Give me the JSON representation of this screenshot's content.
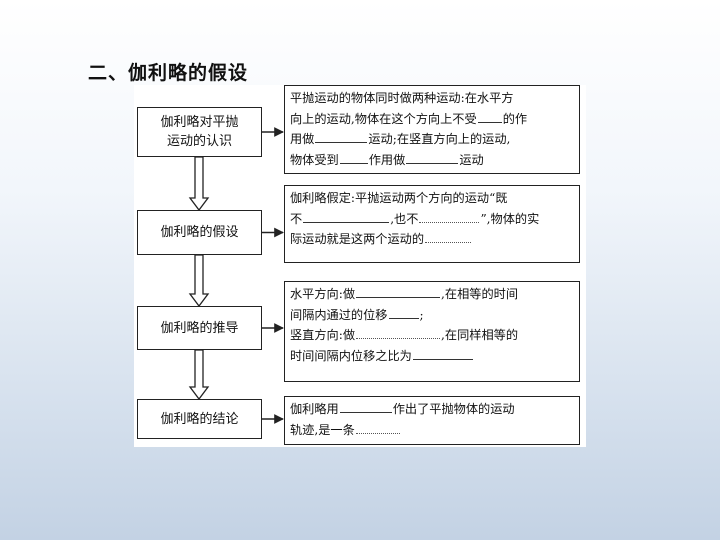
{
  "heading": "二、伽利略的假设",
  "steps": [
    {
      "label_lines": [
        "伽利略对平抛",
        "运动的认识"
      ],
      "text_lines": [
        [
          {
            "t": "平抛运动的物体同时做两种运动:在水平方"
          }
        ],
        [
          {
            "t": "向上的运动,物体在这个方向上不受"
          },
          {
            "b": 24
          },
          {
            "t": "的作"
          }
        ],
        [
          {
            "t": "用做"
          },
          {
            "b": 52
          },
          {
            "t": "运动;在竖直方向上的运动,"
          }
        ],
        [
          {
            "t": "物体受到"
          },
          {
            "b": 28
          },
          {
            "t": "作用做"
          },
          {
            "b": 52
          },
          {
            "t": "运动"
          }
        ]
      ]
    },
    {
      "label_lines": [
        "伽利略的假设"
      ],
      "text_lines": [
        [
          {
            "t": "伽利略假定:平抛运动两个方向的运动“既"
          }
        ],
        [
          {
            "t": "不"
          },
          {
            "b": 86
          },
          {
            "t": ",也不"
          },
          {
            "b": 60,
            "d": 1
          },
          {
            "t": "”,物体的实"
          }
        ],
        [
          {
            "t": "际运动就是这两个运动的"
          },
          {
            "b": 46,
            "d": 1
          }
        ]
      ]
    },
    {
      "label_lines": [
        "伽利略的推导"
      ],
      "text_lines": [
        [
          {
            "t": "水平方向:做"
          },
          {
            "b": 84
          },
          {
            "t": ",在相等的时间"
          }
        ],
        [
          {
            "t": "间隔内通过的位移"
          },
          {
            "b": 30
          },
          {
            "t": ";"
          }
        ],
        [
          {
            "t": "竖直方向:做"
          },
          {
            "b": 84,
            "d": 1
          },
          {
            "t": ",在同样相等的"
          }
        ],
        [
          {
            "t": "时间间隔内位移之比为"
          },
          {
            "b": 60
          }
        ]
      ]
    },
    {
      "label_lines": [
        "伽利略的结论"
      ],
      "text_lines": [
        [
          {
            "t": "伽利略用"
          },
          {
            "b": 52
          },
          {
            "t": "作出了平抛物体的运动"
          }
        ],
        [
          {
            "t": "轨迹,是一条"
          },
          {
            "b": 44,
            "d": 1
          }
        ]
      ]
    }
  ]
}
